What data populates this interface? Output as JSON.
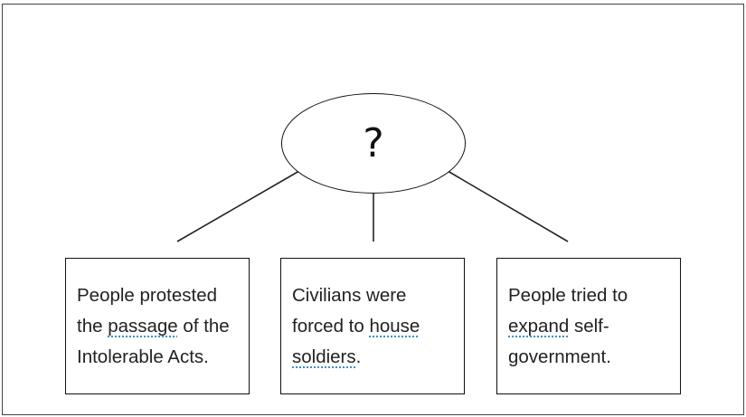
{
  "center": {
    "text": "?"
  },
  "boxes": [
    {
      "parts": [
        "People protested the ",
        "passage",
        " of the Intolerable Acts."
      ]
    },
    {
      "parts": [
        "Civilians were forced to ",
        "house",
        " ",
        "soldiers",
        "."
      ]
    },
    {
      "parts": [
        "People tried to ",
        "expand",
        " self-government."
      ]
    }
  ],
  "colors": {
    "stroke": "#111111",
    "text": "#222222",
    "spellcheck_underline": "#3d8fc6"
  }
}
